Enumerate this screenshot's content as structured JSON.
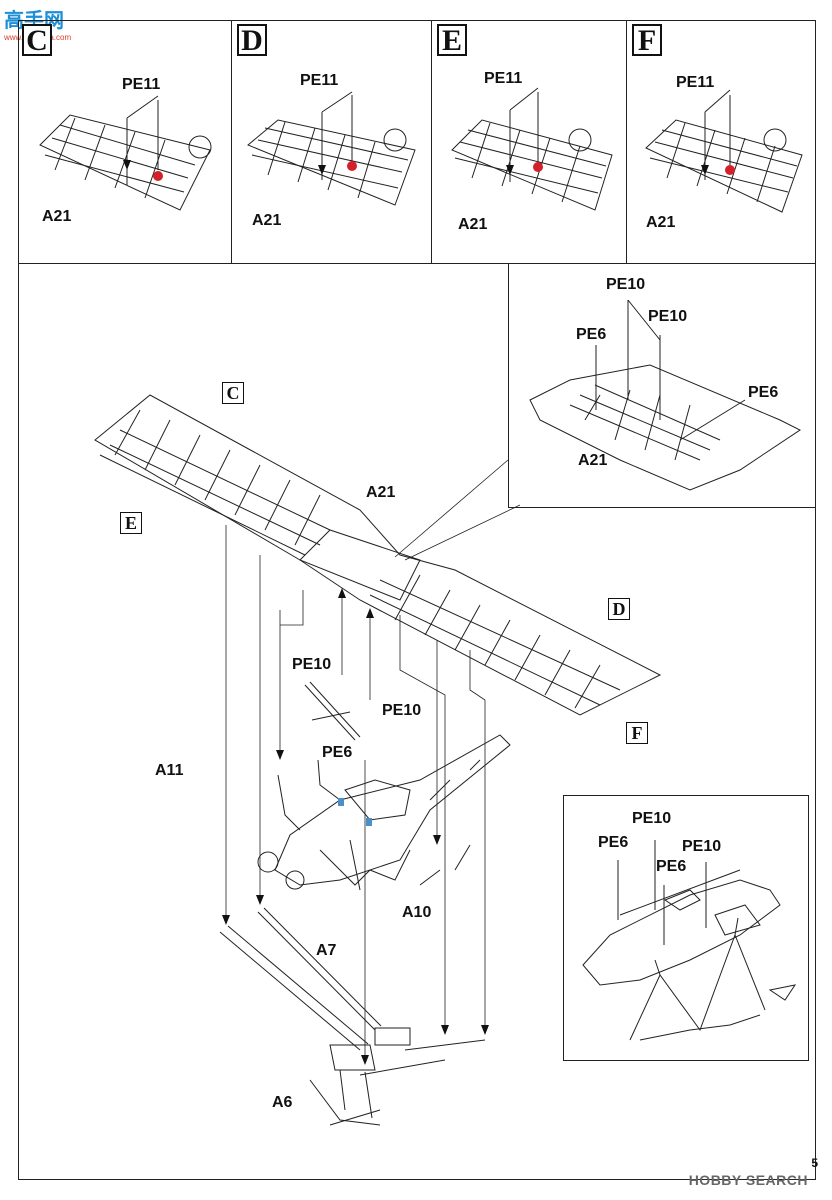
{
  "logo": {
    "main": "高手网",
    "sub": "www.hobbyaa.com"
  },
  "panels": [
    {
      "letter": "C",
      "part_top": "PE11",
      "part_bottom": "A21"
    },
    {
      "letter": "D",
      "part_top": "PE11",
      "part_bottom": "A21"
    },
    {
      "letter": "E",
      "part_top": "PE11",
      "part_bottom": "A21"
    },
    {
      "letter": "F",
      "part_top": "PE11",
      "part_bottom": "A21"
    }
  ],
  "detail_top": {
    "pe10_a": "PE10",
    "pe10_b": "PE10",
    "pe6_a": "PE6",
    "pe6_b": "PE6",
    "a21": "A21"
  },
  "detail_bottom": {
    "pe10_a": "PE10",
    "pe10_b": "PE10",
    "pe6_a": "PE6",
    "pe6_b": "PE6"
  },
  "main": {
    "wing_label": "A21",
    "callout_c": "C",
    "callout_d": "D",
    "callout_e": "E",
    "callout_f": "F",
    "pe10_left": "PE10",
    "pe10_right": "PE10",
    "pe6": "PE6",
    "a11": "A11",
    "a10": "A10",
    "a7": "A7",
    "a6": "A6"
  },
  "footer": {
    "watermark": "HOBBY SEARCH",
    "page": "5"
  },
  "colors": {
    "highlight": "#d4202a",
    "blue": "#4a8fc8"
  }
}
